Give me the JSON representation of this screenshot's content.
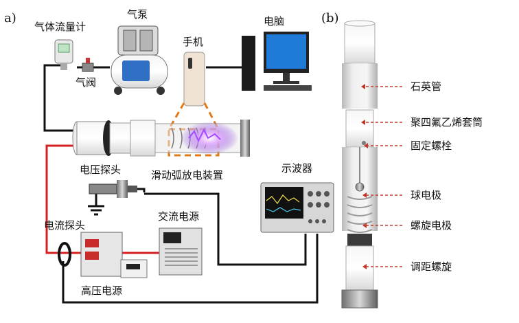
{
  "panel_a": {
    "tag": "a)",
    "labels": {
      "gas_flowmeter": "气体流量计",
      "air_pump": "气泵",
      "phone": "手机",
      "computer": "电脑",
      "gas_valve": "气阀",
      "voltage_probe": "电压探头",
      "gliding_arc_device": "滑动弧放电装置",
      "oscilloscope": "示波器",
      "ac_power": "交流电源",
      "current_probe": "电流探头",
      "hv_power": "高压电源"
    }
  },
  "panel_b": {
    "tag": "(b)",
    "labels": {
      "quartz_tube": "石英管",
      "ptfe_sleeve": "聚四氟乙烯套筒",
      "fixing_bolt": "固定螺栓",
      "ball_electrode": "球电极",
      "spiral_electrode": "螺旋电极",
      "gap_screw": "调距螺旋"
    }
  },
  "colors": {
    "gas_line": "#111111",
    "power_line": "#d42020",
    "dashed_arrow": "#c0392b",
    "highlight": "#e07b1a"
  }
}
